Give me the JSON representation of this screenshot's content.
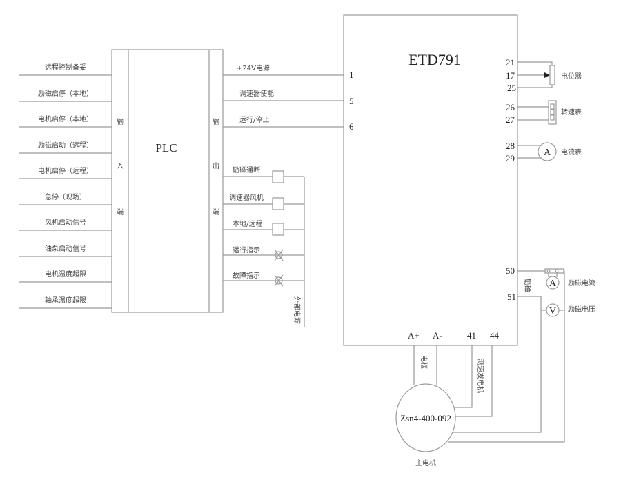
{
  "plc": {
    "label": "PLC",
    "input_side": [
      "输",
      "入",
      "端"
    ],
    "output_side": [
      "输",
      "出",
      "端"
    ],
    "inputs": [
      "远程控制备妥",
      "励磁启停（本地）",
      "电机启停（本地）",
      "励磁启动（远程）",
      "电机启停（远程）",
      "急停（现场）",
      "风机启动信号",
      "油泵启动信号",
      "电机温度超限",
      "轴承温度超限"
    ],
    "outputs_to_drive": [
      {
        "label": "+24V电源",
        "terminal": "1"
      },
      {
        "label": "调速器使能",
        "terminal": "5"
      },
      {
        "label": "运行/停止",
        "terminal": "6"
      }
    ],
    "outputs_local": [
      {
        "label": "励磁通断",
        "device": "relay"
      },
      {
        "label": "调速器风机",
        "device": "relay"
      },
      {
        "label": "本地/远程",
        "device": "relay"
      },
      {
        "label": "运行指示",
        "device": "lamp"
      },
      {
        "label": "故障指示",
        "device": "lamp"
      }
    ],
    "external_power_label": "外部电源"
  },
  "drive": {
    "title": "ETD791",
    "right_terminals": {
      "potentiometer": {
        "terminals": [
          "21",
          "17",
          "25"
        ],
        "label": "电位器"
      },
      "tachometer": {
        "terminals": [
          "26",
          "27"
        ],
        "label": "转速表"
      },
      "ammeter": {
        "terminals": [
          "28",
          "29"
        ],
        "label": "电流表",
        "symbol": "A"
      },
      "field": {
        "terminals": [
          "50",
          "51"
        ],
        "label": "励磁"
      }
    },
    "bottom_terminals": [
      "A+",
      "A-",
      "41",
      "44"
    ]
  },
  "field_meters": {
    "current": {
      "symbol": "A",
      "label": "励磁电流"
    },
    "voltage": {
      "symbol": "V",
      "label": "励磁电压"
    }
  },
  "motor": {
    "model": "Zsn4-400-092",
    "label": "主电机",
    "armature_label": "电枢",
    "tacho_label": "测速发电机"
  }
}
